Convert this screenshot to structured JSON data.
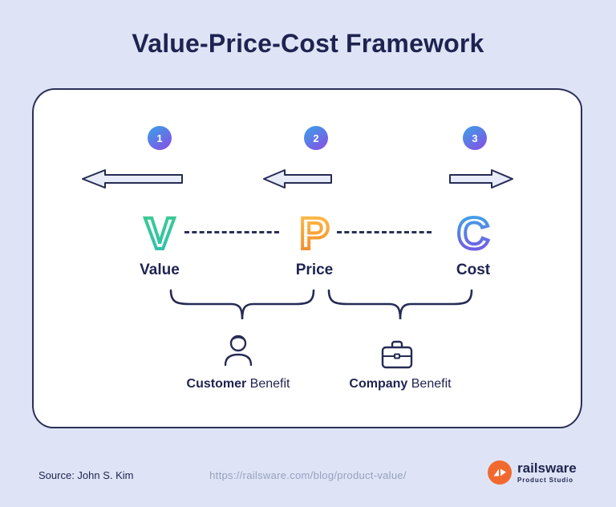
{
  "title": "Value-Price-Cost Framework",
  "steps": [
    {
      "number": "1",
      "letter": "V",
      "label": "Value",
      "arrow_direction": "left"
    },
    {
      "number": "2",
      "letter": "P",
      "label": "Price",
      "arrow_direction": "left"
    },
    {
      "number": "3",
      "letter": "C",
      "label": "Cost",
      "arrow_direction": "right"
    }
  ],
  "benefits": [
    {
      "icon": "customer-icon",
      "emphasis": "Customer",
      "text": " Benefit"
    },
    {
      "icon": "briefcase-icon",
      "emphasis": "Company",
      "text": " Benefit"
    }
  ],
  "footer": {
    "source": "Source: John S. Kim",
    "url": "https://railsware.com/blog/product-value/",
    "brand": "railsware",
    "brand_tagline": "Product Studio"
  },
  "colors": {
    "page_background": "#dee4f6",
    "card_background": "#ffffff",
    "ink": "#20254e",
    "badge_gradient_start": "#38a3e8",
    "badge_gradient_end": "#8a4be4",
    "letter_v_gradient": [
      "#3ecb8e",
      "#2fbfb0"
    ],
    "letter_p_gradient": [
      "#ffc24a",
      "#f1852d"
    ],
    "letter_c_gradient": [
      "#38b1e8",
      "#7c4ce2"
    ],
    "arrow_fill": "#e7ecf8",
    "url_text": "#97a0bf",
    "brand_orange": "#f2692f"
  }
}
